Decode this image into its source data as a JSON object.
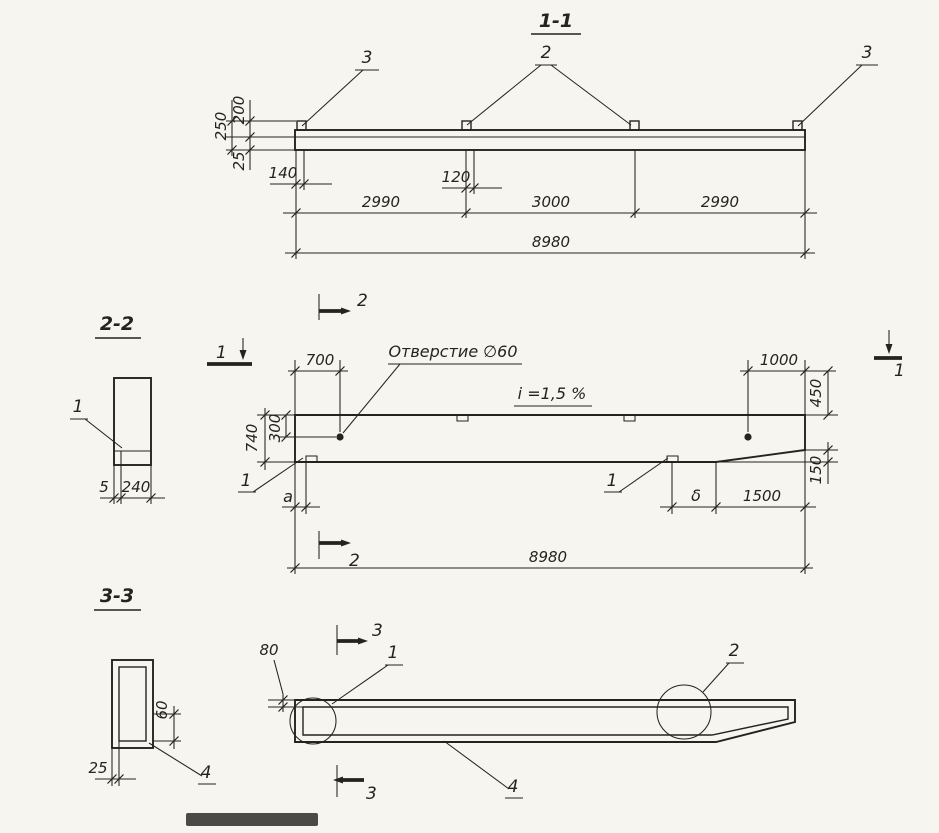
{
  "colors": {
    "paper": "#f7f5f0",
    "ink": "#24231f"
  },
  "view11": {
    "title": "1-1",
    "callout_3_left": "3",
    "callout_2": "2",
    "callout_3_right": "3",
    "dim_200": "200",
    "dim_250": "250",
    "dim_25": "25",
    "dim_140": "140",
    "dim_120": "120",
    "dim_2990_left": "2990",
    "dim_3000": "3000",
    "dim_2990_right": "2990",
    "dim_8980": "8980"
  },
  "plan": {
    "marker2_top": "2",
    "marker2_bottom": "2",
    "marker1_left": "1",
    "marker1_right": "1",
    "dim_700": "700",
    "note_hole": "Отверстие ∅60",
    "note_slope": "i =1,5 %",
    "dim_1000": "1000",
    "dim_450": "450",
    "dim_740": "740",
    "dim_300": "300",
    "dim_150": "150",
    "dim_1500": "1500",
    "dim_8980": "8980",
    "label_a": "a",
    "label_b": "δ",
    "callout_1_left": "1",
    "callout_1_mid": "1"
  },
  "view22": {
    "title": "2-2",
    "callout_1": "1",
    "dim_5": "5",
    "dim_240": "240"
  },
  "view33": {
    "title": "3-3",
    "dim_60": "60",
    "dim_25": "25",
    "callout_4": "4"
  },
  "bottom": {
    "marker3_top": "3",
    "marker3_bottom": "3",
    "dim_80": "80",
    "callout_1": "1",
    "callout_2": "2",
    "callout_4": "4"
  }
}
